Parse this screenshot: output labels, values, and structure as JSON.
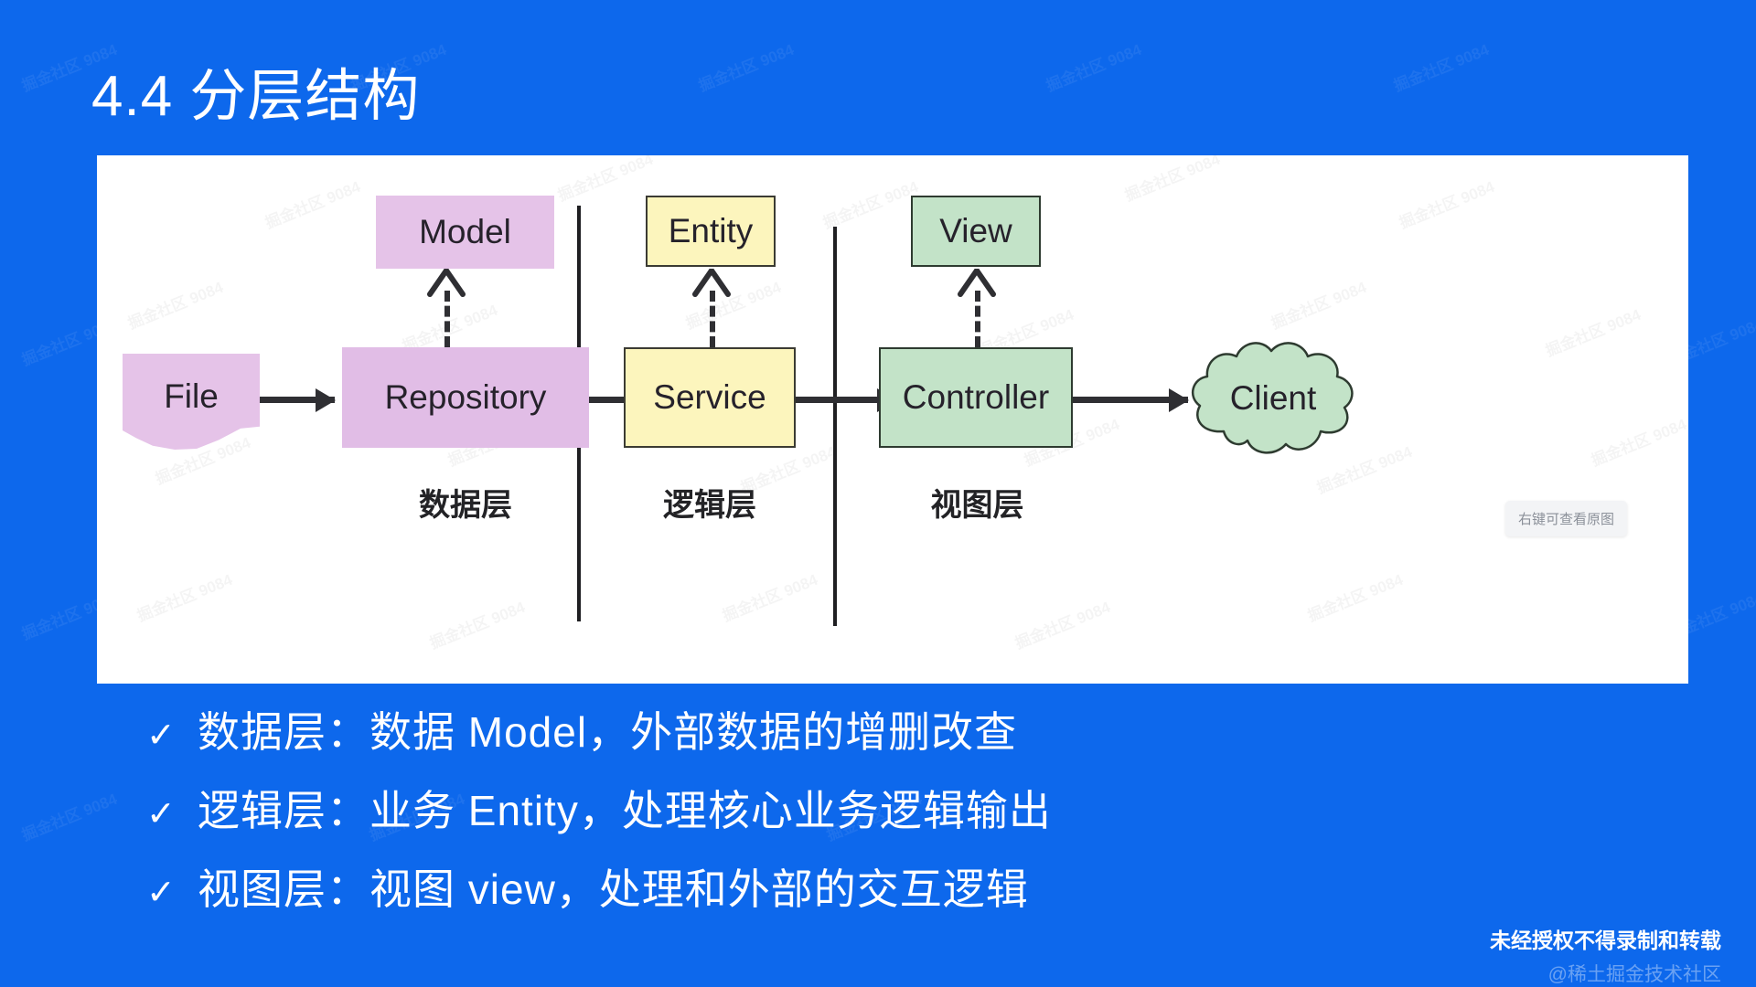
{
  "slide": {
    "title": "4.4 分层结构",
    "background_color": "#0d68ec",
    "panel_background": "#ffffff"
  },
  "watermark": {
    "panel_text": "掘金社区 9084",
    "blue_text": "掘金社区 9084"
  },
  "diagram": {
    "nodes": [
      {
        "id": "file",
        "label": "File",
        "shape": "document",
        "fill": "#e5c3e8"
      },
      {
        "id": "repository",
        "label": "Repository",
        "shape": "rect",
        "fill": "#e1bde6"
      },
      {
        "id": "model",
        "label": "Model",
        "shape": "rect",
        "fill": "#e5c3e8"
      },
      {
        "id": "service",
        "label": "Service",
        "shape": "rect",
        "fill": "#fcf5bd"
      },
      {
        "id": "entity",
        "label": "Entity",
        "shape": "rect",
        "fill": "#fcf5bd"
      },
      {
        "id": "controller",
        "label": "Controller",
        "shape": "rect",
        "fill": "#c3e3c8"
      },
      {
        "id": "view",
        "label": "View",
        "shape": "rect",
        "fill": "#c3e3c8"
      },
      {
        "id": "client",
        "label": "Client",
        "shape": "cloud",
        "fill": "#c3e3c8"
      }
    ],
    "layers": [
      {
        "id": "data",
        "label": "数据层"
      },
      {
        "id": "logic",
        "label": "逻辑层"
      },
      {
        "id": "view",
        "label": "视图层"
      }
    ],
    "tooltip": "右键可查看原图"
  },
  "bullets": [
    {
      "check": "✓",
      "text": "数据层：数据 Model，外部数据的增删改查"
    },
    {
      "check": "✓",
      "text": "逻辑层：业务 Entity，处理核心业务逻辑输出"
    },
    {
      "check": "✓",
      "text": "视图层：视图 view，处理和外部的交互逻辑"
    }
  ],
  "footer": {
    "notice": "未经授权不得录制和转载",
    "brand": "@稀土掘金技术社区"
  }
}
